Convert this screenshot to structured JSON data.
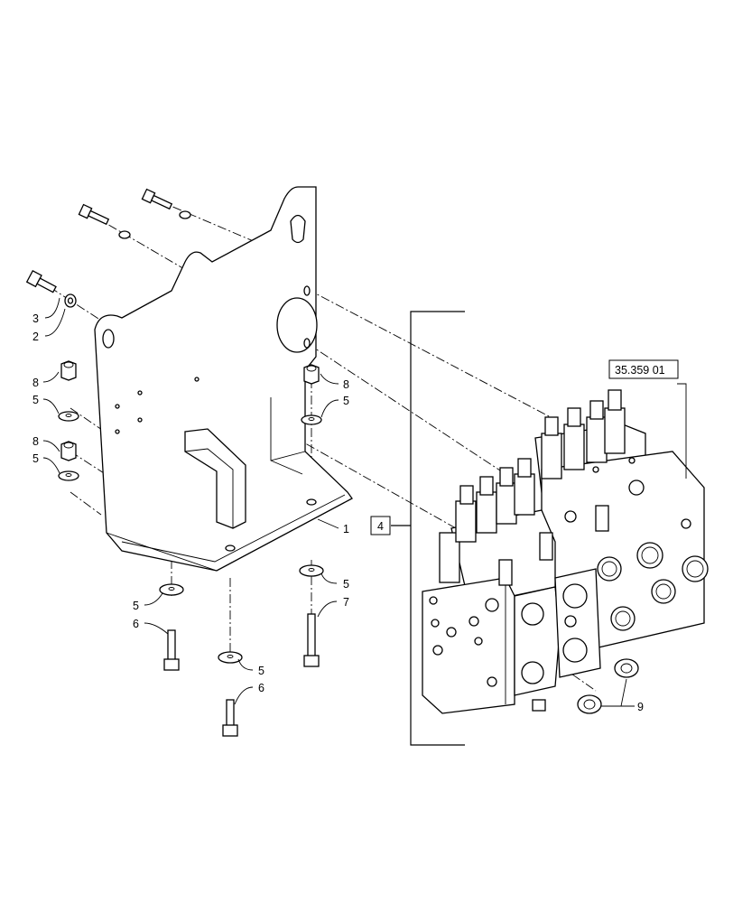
{
  "callouts": {
    "c1": "1",
    "c2": "2",
    "c3": "3",
    "c4": "4",
    "c5a": "5",
    "c5b": "5",
    "c5c": "5",
    "c5d": "5",
    "c5e": "5",
    "c5f": "5",
    "c6a": "6",
    "c6b": "6",
    "c7": "7",
    "c8a": "8",
    "c8b": "8",
    "c8c": "8",
    "c9": "9"
  },
  "reference": "35.359 01"
}
